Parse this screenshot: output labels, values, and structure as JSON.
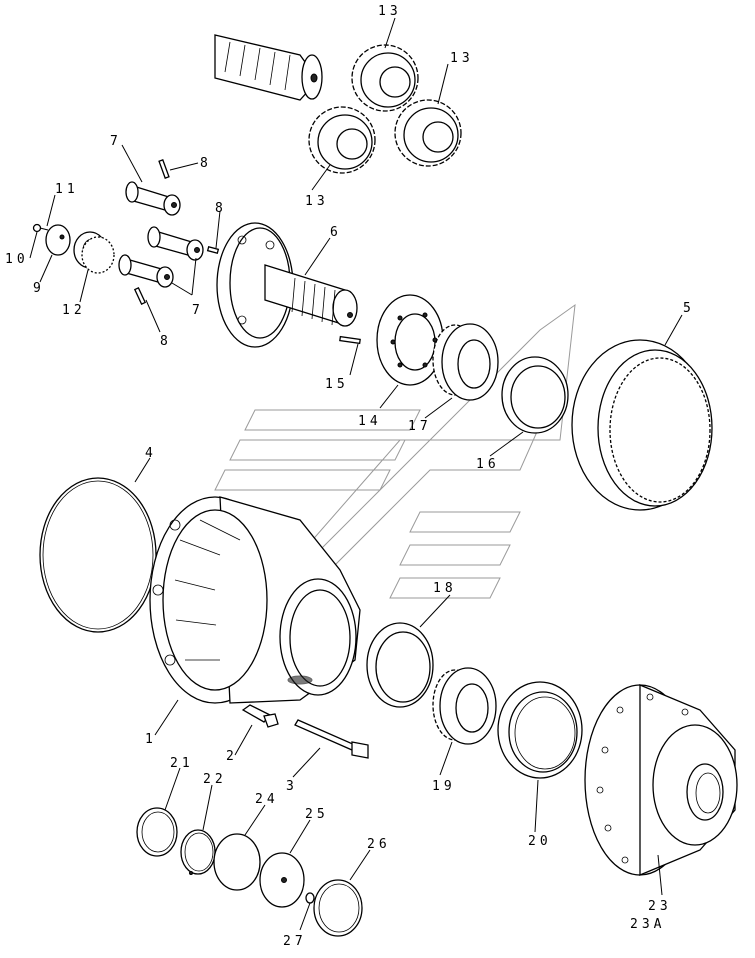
{
  "labels": {
    "p1": "1",
    "p2": "2",
    "p3": "3",
    "p4": "4",
    "p5": "5",
    "p6": "6",
    "p7a": "7",
    "p7b": "7",
    "p8a": "8",
    "p8b": "8",
    "p8c": "8",
    "p9": "9",
    "p10": "10",
    "p11": "11",
    "p12": "12",
    "p13a": "13",
    "p13b": "13",
    "p13c": "13",
    "p14": "14",
    "p15": "15",
    "p16": "16",
    "p17": "17",
    "p18": "18",
    "p19": "19",
    "p20": "20",
    "p21": "21",
    "p22": "22",
    "p23": "23",
    "p23a": "23A",
    "p24": "24",
    "p25": "25",
    "p26": "26",
    "p27": "27"
  }
}
